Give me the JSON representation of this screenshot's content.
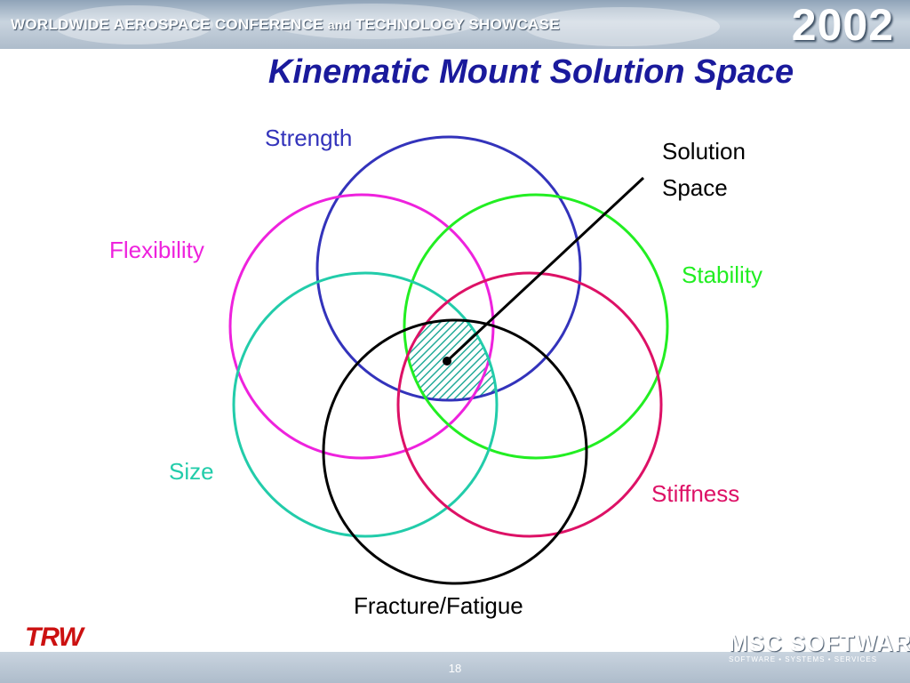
{
  "header": {
    "banner_text_main": "WORLDWIDE AEROSPACE CONFERENCE",
    "banner_text_and": "and",
    "banner_text_tail": "TECHNOLOGY SHOWCASE",
    "year": "2002"
  },
  "slide": {
    "title": "Kinematic Mount Solution Space",
    "page_number": "18"
  },
  "diagram": {
    "circles": [
      {
        "name": "Strength",
        "color": "#3333bb"
      },
      {
        "name": "Flexibility",
        "color": "#ee22dd"
      },
      {
        "name": "Stability",
        "color": "#22ee22"
      },
      {
        "name": "Size",
        "color": "#22ccaa"
      },
      {
        "name": "Stiffness",
        "color": "#dd1166"
      },
      {
        "name": "Fracture/Fatigue",
        "color": "#000000"
      }
    ],
    "solution_label_line1": "Solution",
    "solution_label_line2": "Space",
    "hatch_color": "#22aa99"
  },
  "footer": {
    "left_logo_text": "TRW",
    "right_logo_text": "MSC SOFTWARE",
    "right_logo_subtext": "SOFTWARE • SYSTEMS • SERVICES"
  }
}
